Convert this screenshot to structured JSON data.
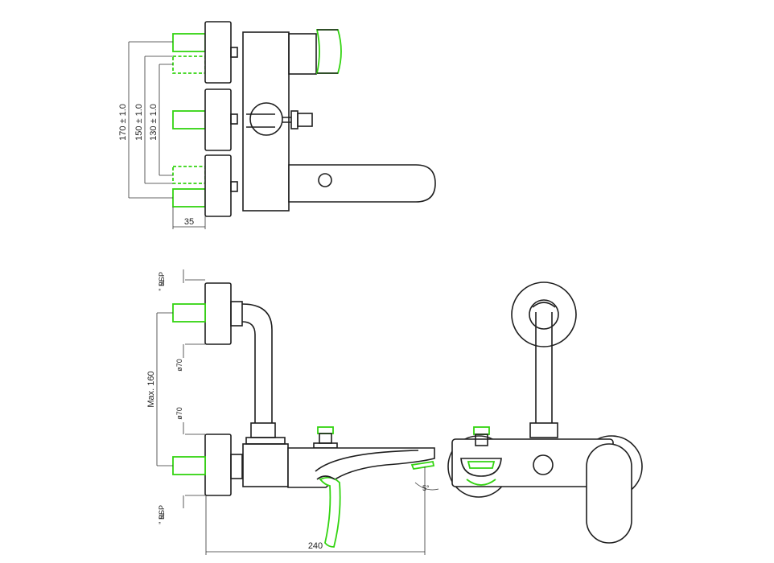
{
  "colors": {
    "line": "#1e1e1e",
    "accent": "#33d411",
    "background": "#ffffff"
  },
  "top_view": {
    "dim_170": "170 ± 1.0",
    "dim_150": "150 ± 1.0",
    "dim_130": "130 ± 1.0",
    "dim_35": "35"
  },
  "side_view": {
    "bsp_top_frac": "½",
    "bsp_top_text": "\" BSP",
    "bsp_bottom_frac": "½",
    "bsp_bottom_text": "\" BSP",
    "dia_upper": "ø70",
    "dia_lower": "ø70",
    "max_160": "Max. 160",
    "angle": "5°",
    "length": "240"
  }
}
